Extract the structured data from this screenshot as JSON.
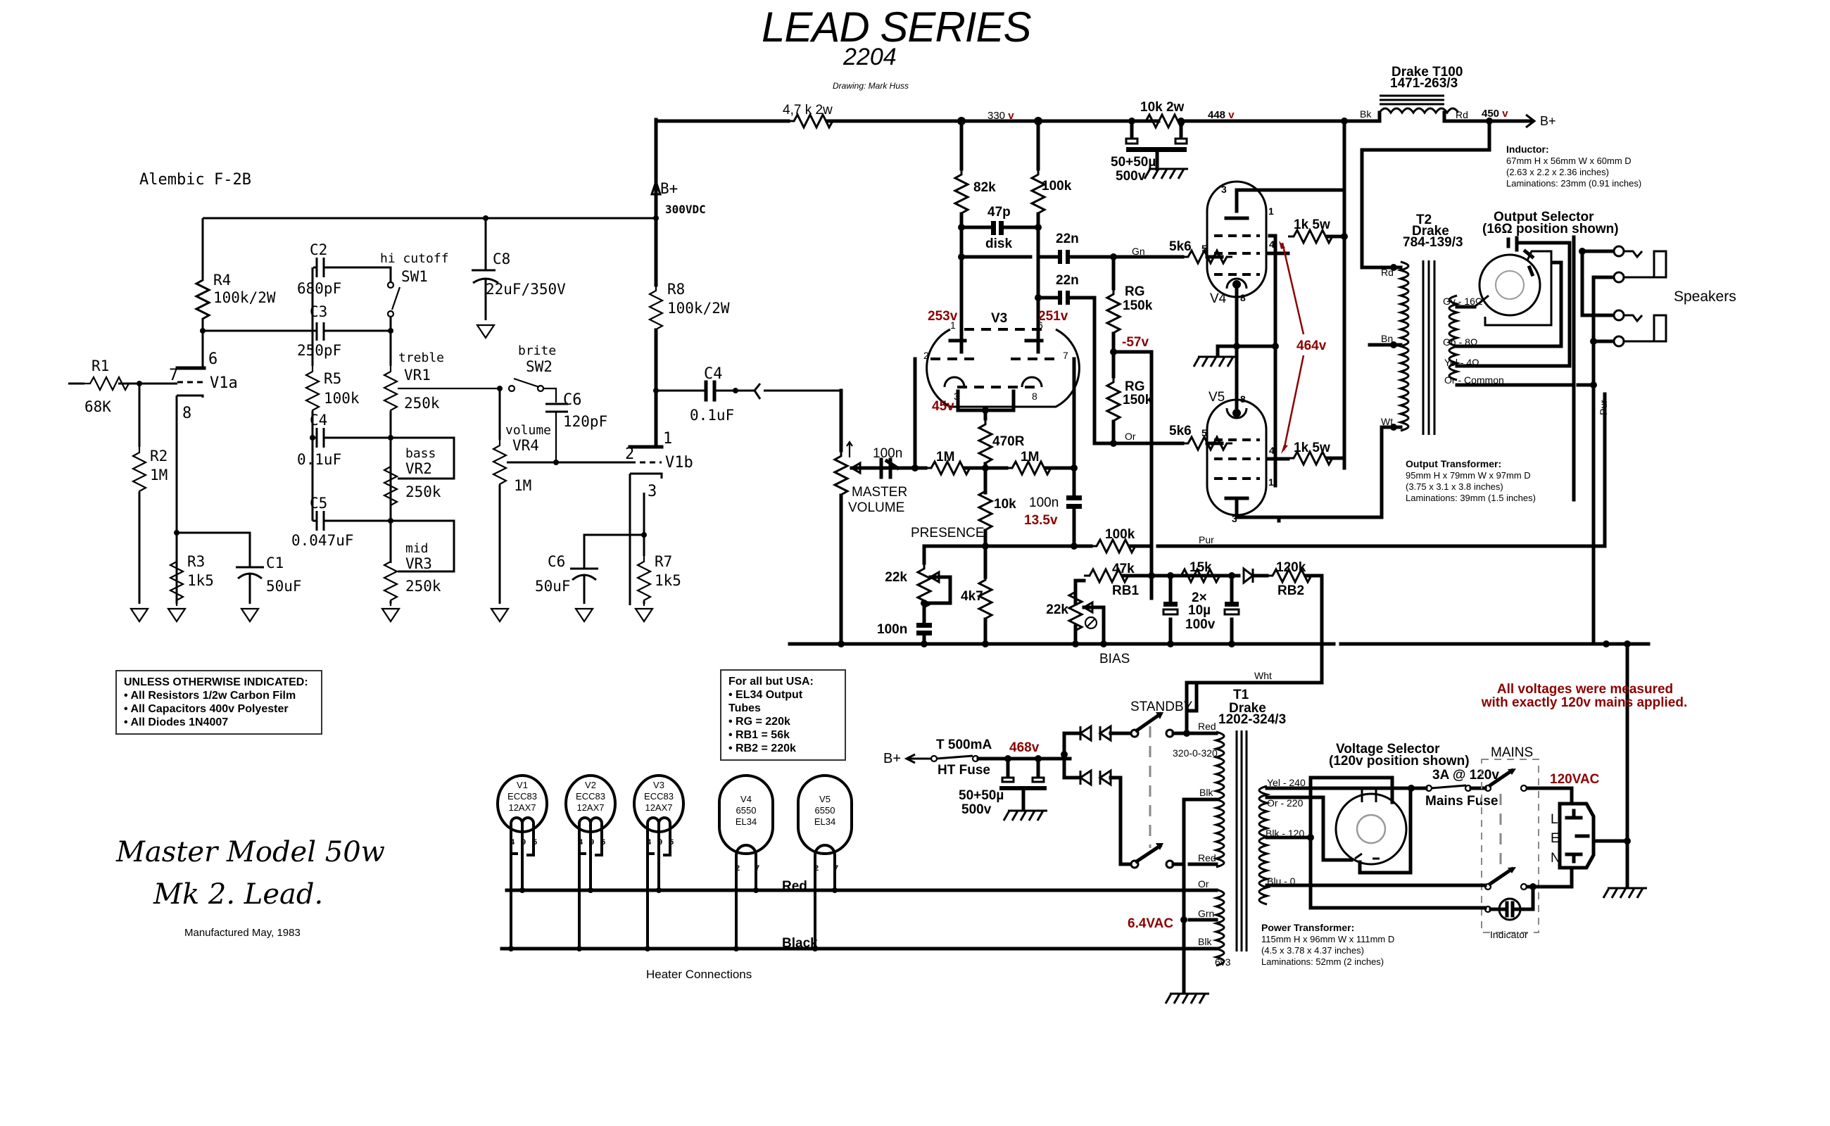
{
  "header": {
    "title": "LEAD SERIES",
    "model_number": "2204",
    "credit": "Drawing: Mark Huss"
  },
  "preamp": {
    "section_label": "Alembic F-2B",
    "components": {
      "r1": {
        "ref": "R1",
        "value": "68K"
      },
      "r2": {
        "ref": "R2",
        "value": "1M"
      },
      "r3": {
        "ref": "R3",
        "value": "1k5"
      },
      "r4": {
        "ref": "R4",
        "value": "100k/2W"
      },
      "r5": {
        "ref": "R5",
        "value": "100k"
      },
      "r7": {
        "ref": "R7",
        "value": "1k5"
      },
      "r8": {
        "ref": "R8",
        "value": "100k/2W"
      },
      "c1": {
        "ref": "C1",
        "value": "50uF"
      },
      "c2": {
        "ref": "C2",
        "value": "680pF"
      },
      "c3": {
        "ref": "C3",
        "value": "250pF"
      },
      "c4a": {
        "ref": "C4",
        "value": "0.1uF"
      },
      "c4b": {
        "ref": "C4",
        "value": "0.1uF"
      },
      "c5": {
        "ref": "C5",
        "value": "0.047uF"
      },
      "c6a": {
        "ref": "C6",
        "value": "120pF"
      },
      "c6b": {
        "ref": "C6",
        "value": "50uF"
      },
      "c8": {
        "ref": "C8",
        "value": "22uF/350V"
      },
      "vr1": {
        "name": "treble",
        "ref": "VR1",
        "value": "250k"
      },
      "vr2": {
        "name": "bass",
        "ref": "VR2",
        "value": "250k"
      },
      "vr3": {
        "name": "mid",
        "ref": "VR3",
        "value": "250k"
      },
      "vr4": {
        "name": "volume",
        "ref": "VR4",
        "value": "1M"
      },
      "sw1": {
        "name": "hi cutoff",
        "ref": "SW1"
      },
      "sw2": {
        "name": "brite",
        "ref": "SW2"
      },
      "v1a": {
        "ref": "V1a",
        "pins": [
          "7",
          "6",
          "8"
        ]
      },
      "v1b": {
        "ref": "V1b",
        "pins": [
          "2",
          "1",
          "3"
        ]
      },
      "bplus": {
        "label": "B+",
        "value": "300VDC"
      }
    }
  },
  "power_amp": {
    "supply": {
      "r_drop": "4,7  k 2w",
      "node_330": "330",
      "node_448": "448",
      "node_450": "450",
      "volt_unit": "v",
      "r_filter": "10k 2w",
      "cap_filter": [
        "50+50µ",
        "500v"
      ],
      "inductor": {
        "name": "Drake T100",
        "part": "1471-263/3",
        "lead_in": "Bk",
        "lead_out": "Rd"
      },
      "bplus_label": "B+"
    },
    "phase_inverter": {
      "tube": "V3",
      "r_plate_1": "82k",
      "r_plate_2": "100k",
      "cap_bridge": [
        "47p",
        "disk"
      ],
      "coupling_1": "22n",
      "coupling_2": "22n",
      "v_plate_1": "253v",
      "v_plate_2": "251v",
      "v_cathode": "45v",
      "pins": [
        "1",
        "2",
        "3",
        "6",
        "7",
        "8"
      ],
      "r_tail": "470R",
      "r_grid_1": "1M",
      "r_grid_2": "1M",
      "cap_grid": "100n",
      "r_10k": "10k",
      "v_13_5": "13.5v",
      "r_4k7": "4k7",
      "cap_input": "100n",
      "master_volume": [
        "MASTER",
        "VOLUME"
      ],
      "presence": {
        "label": "PRESENCE",
        "pot": "22k",
        "cap": "100n"
      },
      "nfb_resistor": "100k",
      "nfb_wire": "Pur"
    },
    "bias": {
      "rg1": [
        "RG",
        "150k"
      ],
      "rg2": [
        "RG",
        "150k"
      ],
      "v_bias": "-57v",
      "rb1": {
        "value": "47k",
        "ref": "RB1"
      },
      "pot": "22k",
      "label": "BIAS",
      "r15k": "15k",
      "caps": [
        "2×",
        "10µ",
        "100v"
      ],
      "rb2": {
        "value": "120k",
        "ref": "RB2"
      },
      "wire": "Wht"
    },
    "output_tubes": {
      "v4": "V4",
      "v5": "V5",
      "grid_stopper": "5k6",
      "screen_resistor": "1k5w",
      "screen_resistor_label": "1k 5w",
      "wire_gn": "Gn",
      "wire_or": "Or",
      "plate_voltage": "464v",
      "pins": {
        "grid": "5",
        "screen": "4",
        "g1": "1",
        "cathode": "8",
        "plate": "3"
      }
    },
    "output_transformer": {
      "ref": "T2",
      "make": "Drake",
      "part": "784-139/3",
      "primary_leads": [
        "Rd",
        "Bn",
        "Wt"
      ],
      "secondary_leads": [
        "Gy - 16Ω",
        "Gn - 8Ω",
        "Yel - 4Ω",
        "Or - Common"
      ],
      "nfb_lead": "Pur"
    },
    "output_selector": {
      "title": "Output Selector",
      "subtitle": "(16Ω position shown)"
    },
    "speakers_label": "Speakers"
  },
  "info_blocks": {
    "inductor": {
      "title": "Inductor:",
      "lines": [
        "67mm H x 56mm W x 60mm D",
        "(2.63 x 2.2 x 2.36 inches)",
        "Laminations: 23mm (0.91 inches)"
      ]
    },
    "output_transformer": {
      "title": "Output Transformer:",
      "lines": [
        "95mm H x 79mm W x 97mm D",
        "(3.75 x 3.1 x 3.8 inches)",
        "Laminations: 39mm (1.5 inches)"
      ]
    },
    "power_transformer": {
      "title": "Power Transformer:",
      "lines": [
        "115mm H x 96mm W x 111mm D",
        "(4.5 x 3.78 x 4.37 inches)",
        "Laminations: 52mm (2 inches)"
      ]
    }
  },
  "notes": {
    "defaults": {
      "title": "UNLESS OTHERWISE INDICATED:",
      "items": [
        "• All Resistors 1/2w Carbon Film",
        "• All Capacitors 400v Polyester",
        "• All Diodes 1N4007"
      ]
    },
    "export": {
      "title": "For all but USA:",
      "items": [
        "• EL34 Output Tubes",
        "• RG = 220k",
        "• RB1 = 56k",
        "• RB2 = 220k"
      ]
    },
    "measurement": [
      "All voltages were measured",
      "with exactly 120v mains applied."
    ]
  },
  "power_supply": {
    "bplus_label": "B+",
    "fuse": {
      "rating": "T 500mA",
      "name": "HT Fuse"
    },
    "node_voltage": "468v",
    "caps": [
      "50+50µ",
      "500v"
    ],
    "standby_label": "STANDBY",
    "power_transformer": {
      "ref": "T1",
      "make": "Drake",
      "part": "1202-324/3",
      "hv_leads": [
        "Red",
        "320-0-320",
        "Blk",
        "Red"
      ],
      "heater_leads": [
        "Or",
        "Grn",
        "Blk",
        "6v3"
      ],
      "heater_voltage": "6.4VAC",
      "primary_leads": [
        "Yel - 240",
        "Or - 220",
        "Blk - 120",
        "Blu - 0"
      ]
    },
    "voltage_selector": {
      "title": "Voltage Selector",
      "subtitle": "(120v position shown)"
    },
    "mains_fuse": {
      "rating": "3A @ 120v",
      "name": "Mains Fuse"
    },
    "mains_label": "MAINS",
    "mains_voltage": "120VAC",
    "iec_pins": [
      "L",
      "E",
      "N"
    ],
    "indicator_label": "Indicator"
  },
  "heaters": {
    "tubes": [
      {
        "ref": "V1",
        "type1": "ECC83",
        "type2": "12AX7",
        "pins": [
          "4",
          "9",
          "5"
        ]
      },
      {
        "ref": "V2",
        "type1": "ECC83",
        "type2": "12AX7",
        "pins": [
          "4",
          "9",
          "5"
        ]
      },
      {
        "ref": "V3",
        "type1": "ECC83",
        "type2": "12AX7",
        "pins": [
          "4",
          "9",
          "5"
        ]
      },
      {
        "ref": "V4",
        "type1": "6550",
        "type2": "EL34",
        "pins": [
          "2",
          "7"
        ]
      },
      {
        "ref": "V5",
        "type1": "6550",
        "type2": "EL34",
        "pins": [
          "2",
          "7"
        ]
      }
    ],
    "wire_red": "Red",
    "wire_black": "Black",
    "caption": "Heater Connections"
  },
  "footer": {
    "model_line1": "Master Model 50w",
    "model_line2": "Mk 2.  Lead.",
    "manufactured": "Manufactured May, 1983"
  }
}
